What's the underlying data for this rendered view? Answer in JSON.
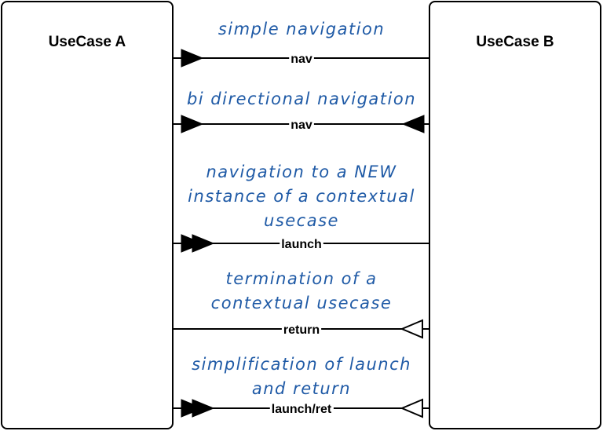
{
  "usecase_a": {
    "title": "UseCase A"
  },
  "usecase_b": {
    "title": "UseCase B"
  },
  "connectors": [
    {
      "caption": [
        "simple navigation"
      ],
      "label": "nav",
      "left_head": "filled",
      "right_head": "none"
    },
    {
      "caption": [
        "bi directional navigation"
      ],
      "label": "nav",
      "left_head": "filled",
      "right_head": "filled"
    },
    {
      "caption": [
        "navigation to a NEW",
        "instance of a contextual",
        "usecase"
      ],
      "label": "launch",
      "left_head": "double-filled",
      "right_head": "none"
    },
    {
      "caption": [
        "termination of a",
        "contextual usecase"
      ],
      "label": "return",
      "left_head": "none",
      "right_head": "open"
    },
    {
      "caption": [
        "simplification of launch",
        "and return"
      ],
      "label": "launch/ret",
      "left_head": "double-filled",
      "right_head": "open"
    }
  ],
  "colors": {
    "caption": "#1f5aa6",
    "line": "#000000"
  }
}
